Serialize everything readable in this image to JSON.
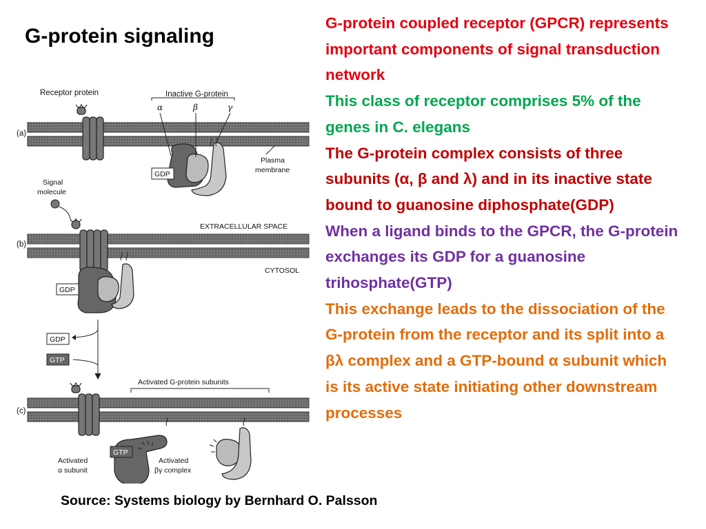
{
  "title": "G-protein signaling",
  "colors": {
    "red": "#e3000f",
    "green": "#00a650",
    "dark_red": "#c00000",
    "purple": "#7030a0",
    "orange": "#e36c09"
  },
  "paragraphs": [
    {
      "text": "G-protein coupled receptor (GPCR) represents important components of signal transduction network",
      "color": "red"
    },
    {
      "text": "This class of receptor comprises 5% of the genes in C. elegans",
      "color": "green"
    },
    {
      "text": "The G-protein  complex consists of three subunits (α, β and λ) and in its inactive state bound to guanosine diphosphate(GDP)",
      "color": "dark_red"
    },
    {
      "text": "When a ligand  binds to the GPCR, the G-protein exchanges its GDP for a guanosine trihosphate(GTP)",
      "color": "purple"
    },
    {
      "text": "This exchange leads to the dissociation of the G-protein from the receptor and its split into a βλ  complex and a GTP-bound  α subunit which is its active state initiating other downstream processes",
      "color": "orange"
    }
  ],
  "source": "Source: Systems biology by Bernhard O. Palsson",
  "figure": {
    "panel_a": {
      "tag": "(a)",
      "receptor_label": "Receptor protein",
      "inactive_label": "Inactive G-protein",
      "alpha": "α",
      "beta": "β",
      "gamma": "γ",
      "gdp": "GDP",
      "membrane_label": [
        "Plasma",
        "membrane"
      ]
    },
    "panel_b": {
      "tag": "(b)",
      "signal_label": [
        "Signal",
        "molecule"
      ],
      "extracellular": "EXTRACELLULAR SPACE",
      "cytosol": "CYTOSOL",
      "gdp": "GDP"
    },
    "exchange": {
      "gdp": "GDP",
      "gtp": "GTP"
    },
    "panel_c": {
      "tag": "(c)",
      "activated_label": "Activated G-protein subunits",
      "gtp": "GTP",
      "alpha_label": [
        "Activated",
        "α subunit"
      ],
      "bg_label": [
        "Activated",
        "βγ complex"
      ]
    }
  }
}
